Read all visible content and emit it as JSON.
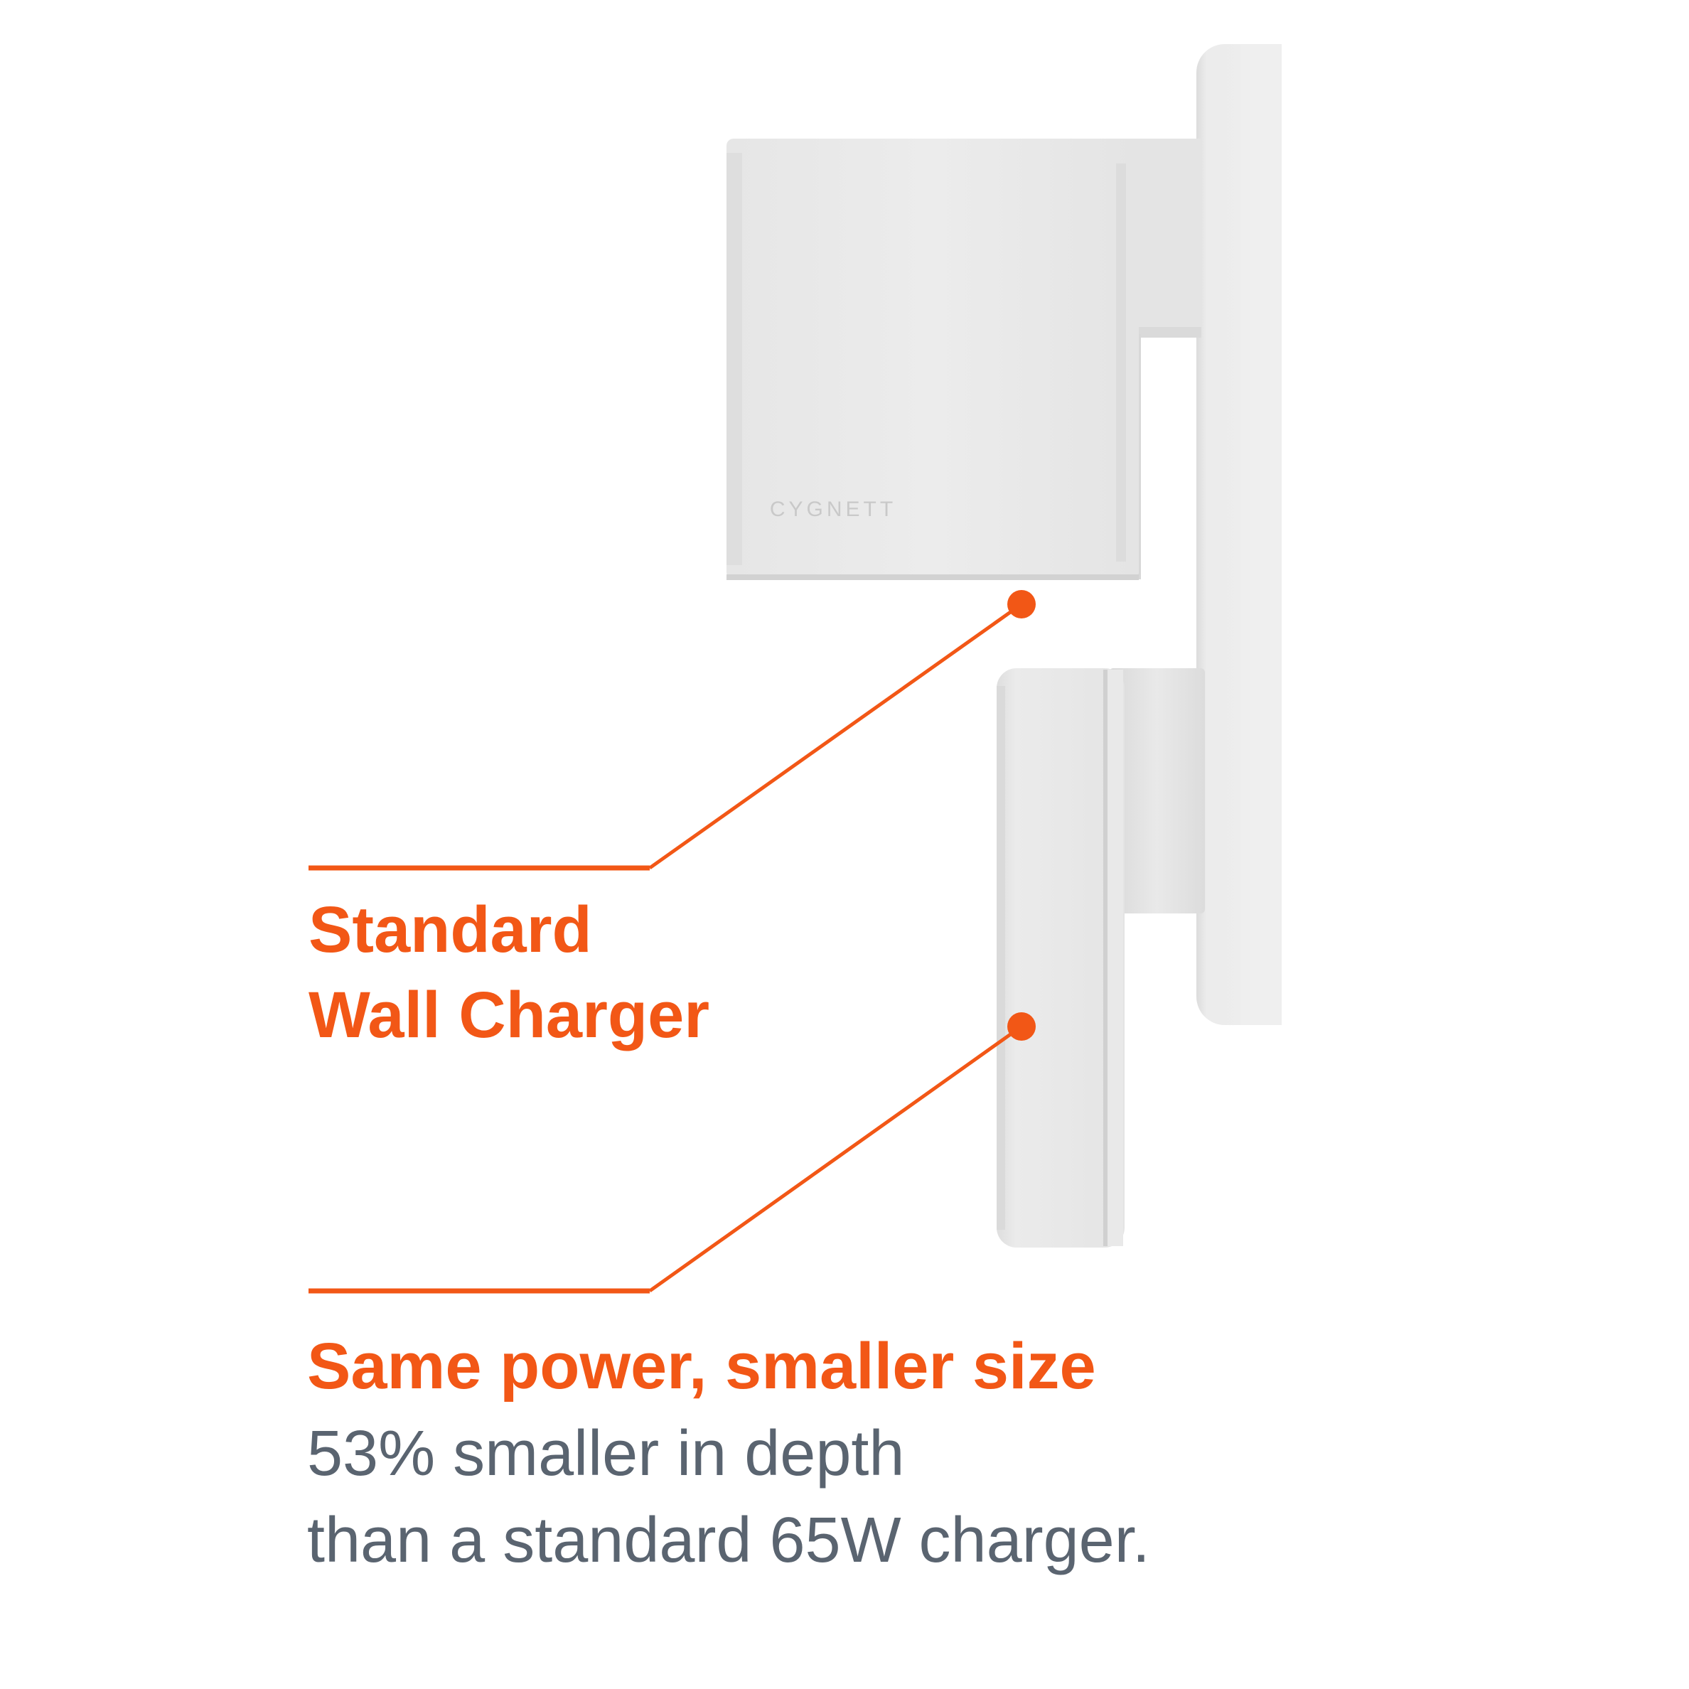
{
  "brand_mark": "CYGNETT",
  "callouts": {
    "standard_line1": "Standard",
    "standard_line2": "Wall Charger",
    "headline": "Same power, smaller size",
    "body_line1": "53% smaller in depth",
    "body_line2": "than a standard 65W charger."
  },
  "colors": {
    "accent": "#f25716",
    "body_text": "#5a6470",
    "device": "#e8e8e8",
    "background": "#ffffff"
  }
}
